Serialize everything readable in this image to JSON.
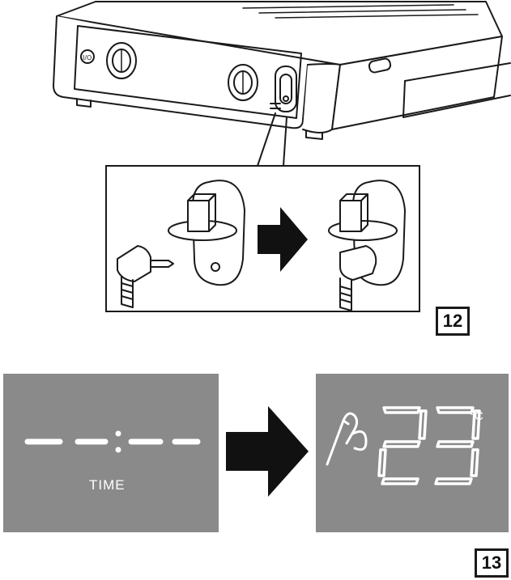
{
  "figure": {
    "step_a": {
      "number": "12"
    },
    "step_b": {
      "number": "13",
      "before_display": {
        "reading": "--:--",
        "label": "TIME"
      },
      "after_display": {
        "reading": "23",
        "unit": "°C",
        "icon": "probe-icon"
      }
    },
    "colors": {
      "display_bg": "#8a8a8a",
      "segment": "#ffffff",
      "line": "#1a1a1a",
      "arrow": "#111111"
    }
  }
}
